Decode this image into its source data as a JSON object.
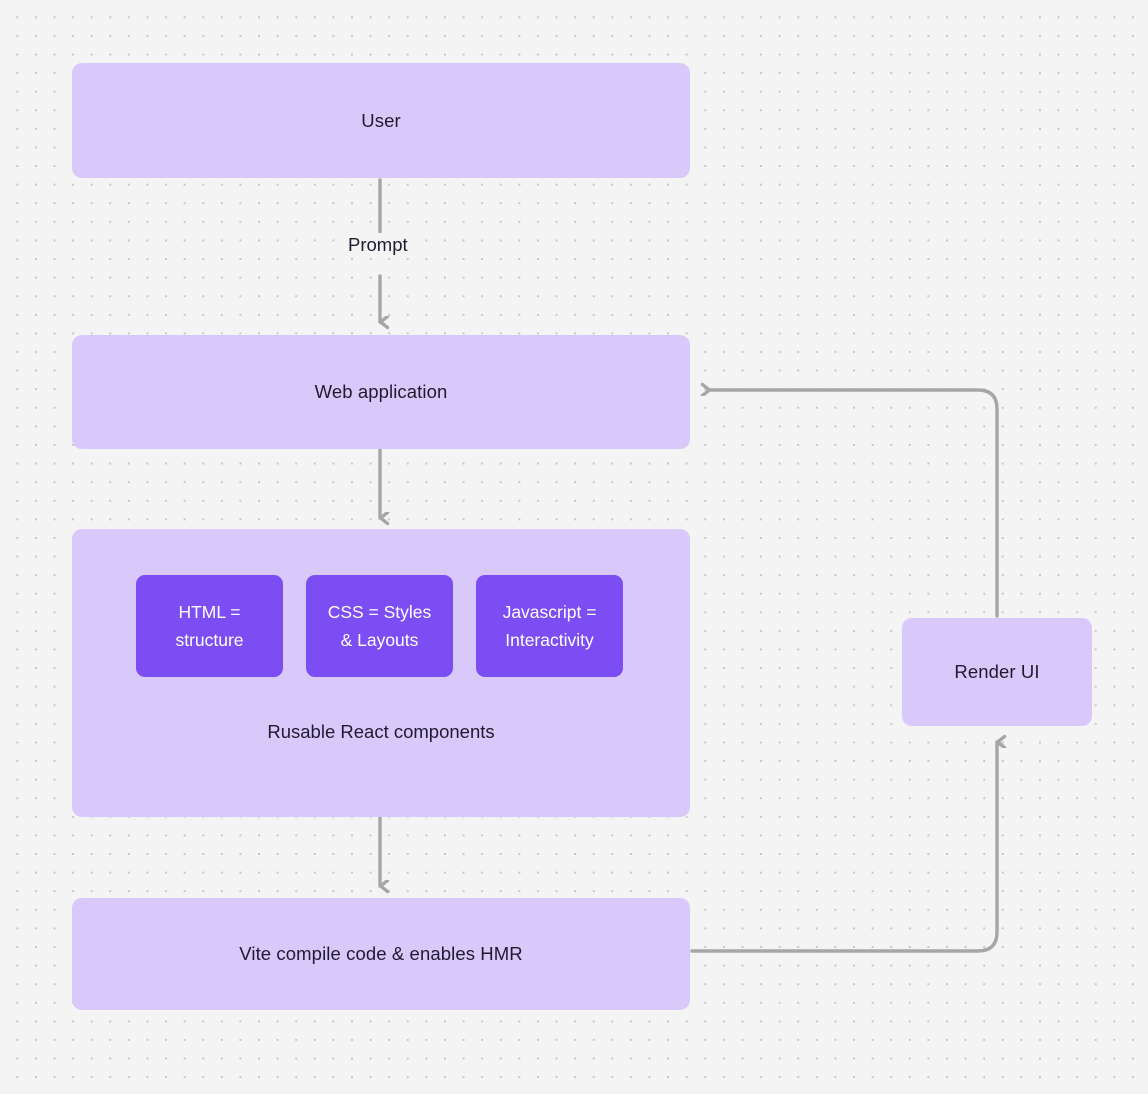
{
  "diagram": {
    "title": "Web application rendering flow",
    "background": {
      "color": "#f4f4f5",
      "dot_color": "#c6c6ca",
      "pattern": "dot-grid"
    },
    "colors": {
      "node_fill": "#d9c9fb",
      "inner_fill": "#7c4df3",
      "node_text": "#1f1b2e",
      "inner_text": "#ffffff",
      "edge": "#a6a6a6"
    },
    "nodes": [
      {
        "id": "user",
        "label": "User"
      },
      {
        "id": "web-application",
        "label": "Web application"
      },
      {
        "id": "components",
        "label": "Rusable React components"
      },
      {
        "id": "vite",
        "label": "Vite compile code & enables HMR"
      },
      {
        "id": "render-ui",
        "label": "Render UI"
      }
    ],
    "inner_nodes": [
      {
        "id": "html",
        "label": "HTML = structure",
        "line1": "HTML =",
        "line2": "structure"
      },
      {
        "id": "css",
        "label": "CSS = Styles & Layouts",
        "line1": "CSS = Styles",
        "line2": "& Layouts"
      },
      {
        "id": "javascript",
        "label": "Javascript = Interactivity",
        "line1": "Javascript =",
        "line2": "Interactivity"
      }
    ],
    "edges": [
      {
        "id": "user-to-web",
        "label": "Prompt",
        "from": "user",
        "to": "web-application"
      },
      {
        "id": "web-to-components",
        "label": "",
        "from": "web-application",
        "to": "components"
      },
      {
        "id": "components-to-vite",
        "label": "",
        "from": "components",
        "to": "vite"
      },
      {
        "id": "vite-to-render",
        "label": "",
        "from": "vite",
        "to": "render-ui"
      },
      {
        "id": "render-to-web",
        "label": "",
        "from": "render-ui",
        "to": "web-application"
      }
    ]
  }
}
